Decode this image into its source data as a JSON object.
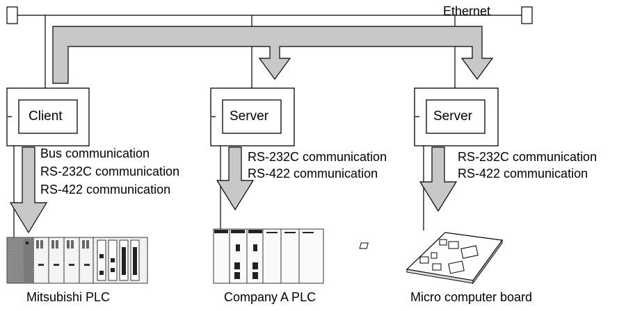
{
  "network": {
    "label": "Ethernet"
  },
  "nodes": [
    {
      "id": "client",
      "screen_label": "Client",
      "protocols": [
        "Bus communication",
        "RS-232C communication",
        "RS-422 communication"
      ],
      "device": "Mitsubishi PLC"
    },
    {
      "id": "server1",
      "screen_label": "Server",
      "protocols": [
        "RS-232C communication",
        "RS-422 communication"
      ],
      "device": "Company A PLC"
    },
    {
      "id": "server2",
      "screen_label": "Server",
      "protocols": [
        "RS-232C communication",
        "RS-422 communication"
      ],
      "device": "Micro computer board"
    }
  ],
  "colors": {
    "arrow_fill": "#c8c8c8",
    "plc_dark": "#8a8a8a",
    "line": "#000000"
  }
}
